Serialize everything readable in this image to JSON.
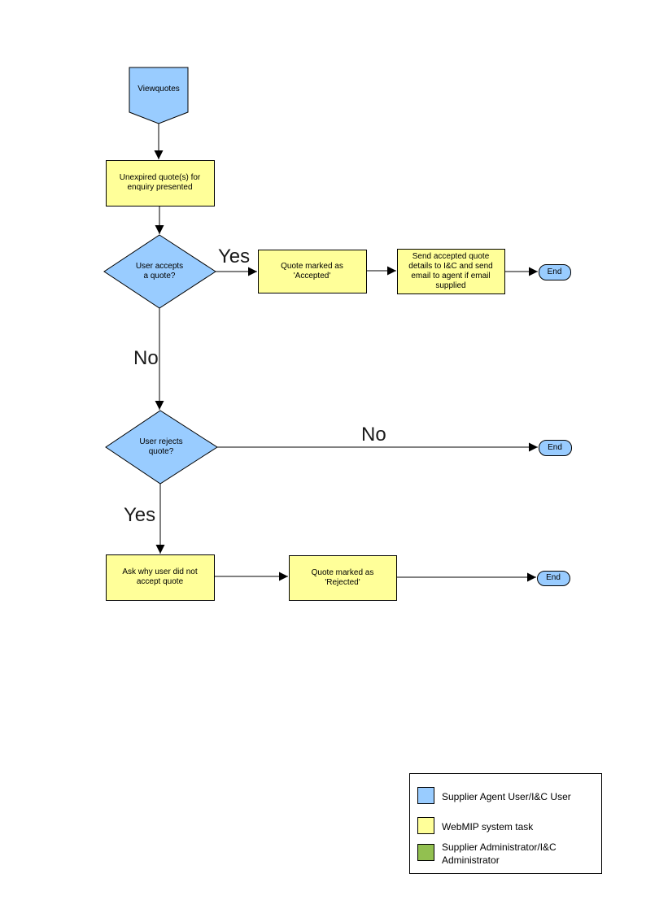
{
  "diagram": {
    "type": "flowchart",
    "nodes": {
      "start": {
        "label": "Viewquotes",
        "shape": "pentagon-down",
        "role": "user"
      },
      "presented": {
        "label": "Unexpired quote(s) for enquiry presented",
        "shape": "process",
        "role": "system"
      },
      "accept_decision": {
        "label": "User accepts a quote?",
        "shape": "decision",
        "role": "user"
      },
      "marked_accepted": {
        "label": "Quote  marked as 'Accepted'",
        "shape": "process",
        "role": "system"
      },
      "send_details": {
        "label": "Send accepted quote details to I&C and send email to agent if email supplied",
        "shape": "process",
        "role": "system"
      },
      "end_accepted": {
        "label": "End",
        "shape": "terminator",
        "role": "user"
      },
      "reject_decision": {
        "label": "User rejects quote?",
        "shape": "decision",
        "role": "user"
      },
      "end_not_rejected": {
        "label": "End",
        "shape": "terminator",
        "role": "user"
      },
      "ask_why": {
        "label": "Ask why user did not accept quote",
        "shape": "process",
        "role": "system"
      },
      "marked_rejected": {
        "label": "Quote  marked as 'Rejected'",
        "shape": "process",
        "role": "system"
      },
      "end_rejected": {
        "label": "End",
        "shape": "terminator",
        "role": "user"
      }
    },
    "edge_labels": {
      "yes_accept": "Yes",
      "no_accept": "No",
      "no_reject": "No",
      "yes_reject": "Yes"
    }
  },
  "colors": {
    "user_blue": "#99CCFF",
    "task_yellow": "#FFFF99",
    "admin_green": "#92C050",
    "shape_border": "#000000"
  },
  "legend": {
    "items": [
      {
        "label": "Supplier Agent User/I&C User",
        "color": "#99CCFF"
      },
      {
        "label": "WebMIP system task",
        "color": "#FFFF99"
      },
      {
        "label": "Supplier Administrator/I&C Administrator",
        "color": "#92C050"
      }
    ]
  }
}
